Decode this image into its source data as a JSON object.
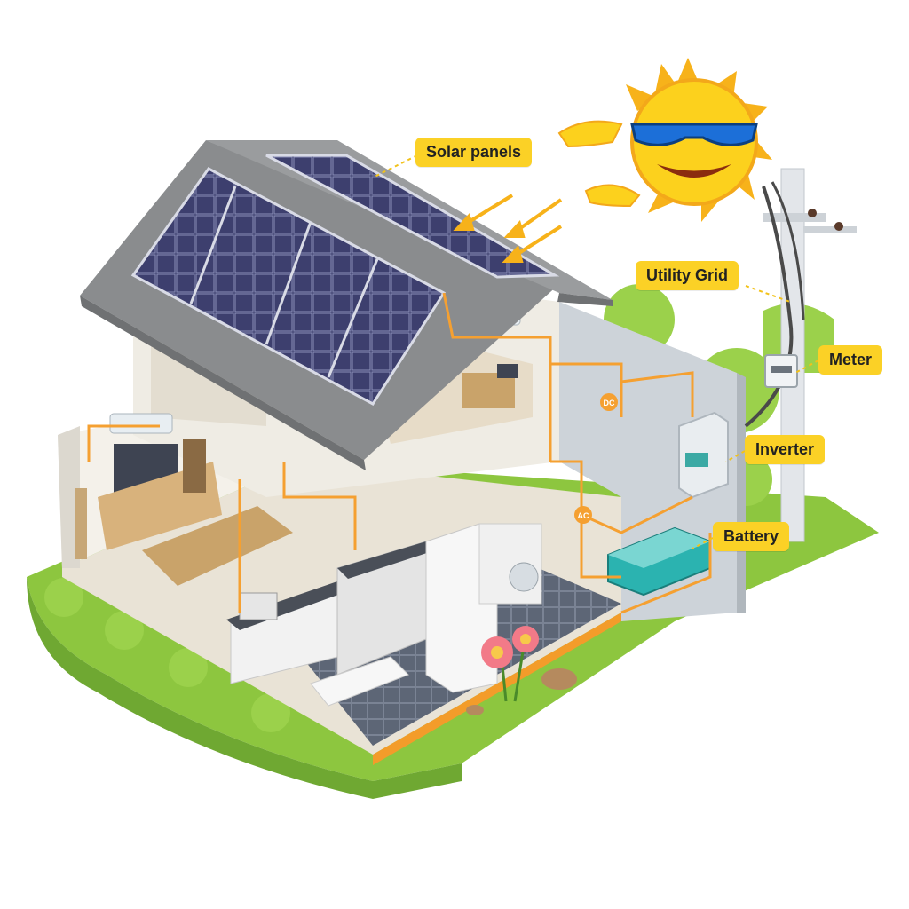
{
  "labels": {
    "solar_panels": "Solar panels",
    "utility_grid": "Utility Grid",
    "meter": "Meter",
    "inverter": "Inverter",
    "battery": "Battery"
  },
  "circuit_tags": {
    "dc": "DC",
    "ac": "AC"
  },
  "colors": {
    "callout": "#fbd126",
    "wiring": "#f5a031",
    "grass": "#8dc63f",
    "panel": "#3b3d6b",
    "roof": "#8a8c8e"
  },
  "icons": [
    "sun-icon",
    "solar-panel-icon",
    "utility-pole-icon",
    "meter-icon",
    "inverter-icon",
    "battery-icon"
  ]
}
